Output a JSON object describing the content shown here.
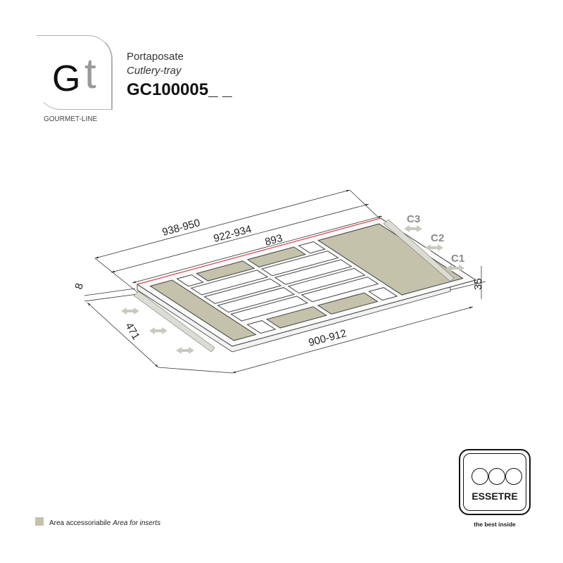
{
  "brand": {
    "logo_g": "G",
    "logo_t": "t",
    "line_name": "GOURMET-LINE"
  },
  "product": {
    "name_it": "Portaposate",
    "name_en": "Cutlery-tray",
    "code": "GC100005_ _"
  },
  "dimensions": {
    "overall_length": "938-950",
    "inner_length": "922-934",
    "tray_length": "893",
    "front_length": "900-912",
    "depth": "471",
    "offset": "8",
    "height": "35",
    "c3": "C3",
    "c2": "C2",
    "c1": "C1"
  },
  "legend": {
    "label_it": "Area accessoriabile",
    "label_en": "Area for inserts",
    "color": "#c4c2ab"
  },
  "manufacturer": {
    "name": "ESSETRE",
    "tagline": "the best inside"
  },
  "colors": {
    "insert_area": "#c4c2ab",
    "edge_highlight": "#e05060",
    "line": "#333333",
    "arrow": "#c9c9c0"
  }
}
